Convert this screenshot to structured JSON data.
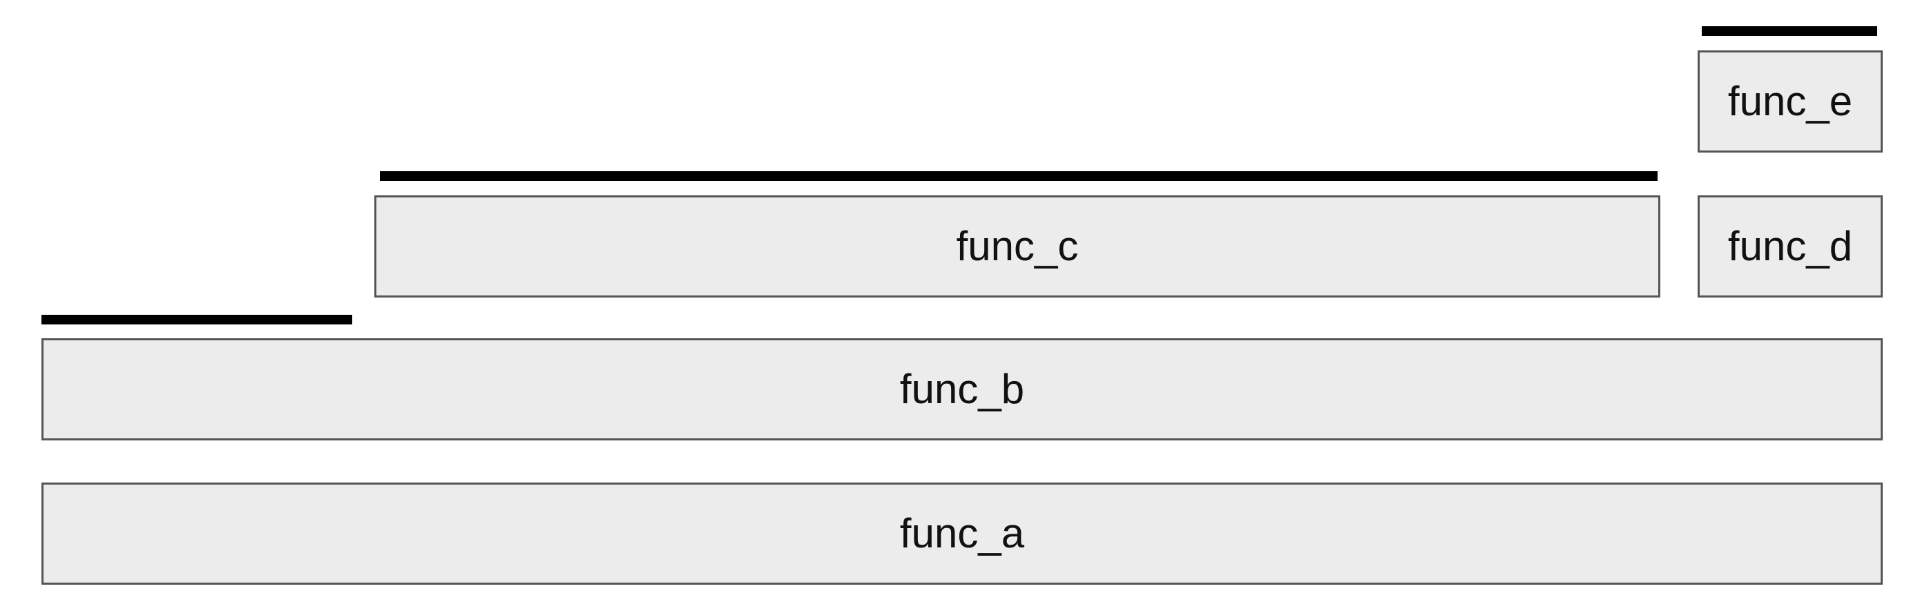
{
  "frames": {
    "func_e": {
      "label": "func_e"
    },
    "func_d": {
      "label": "func_d"
    },
    "func_c": {
      "label": "func_c"
    },
    "func_b": {
      "label": "func_b"
    },
    "func_a": {
      "label": "func_a"
    }
  },
  "colors": {
    "frame_fill": "#ececec",
    "frame_border": "#555555",
    "bar": "#000000",
    "text": "#111111"
  }
}
